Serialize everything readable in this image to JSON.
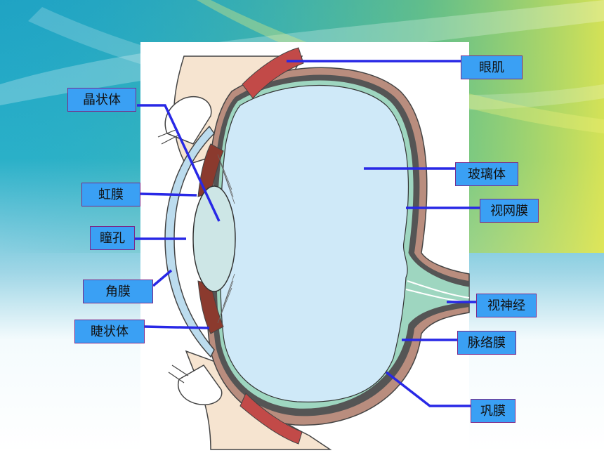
{
  "labels": {
    "lens": "晶状体",
    "iris": "虹膜",
    "pupil": "瞳孔",
    "cornea": "角膜",
    "ciliary_body": "睫状体",
    "eye_muscle": "眼肌",
    "vitreous_body": "玻璃体",
    "retina": "视网膜",
    "optic_nerve": "视神经",
    "choroid": "脉络膜",
    "sclera": "巩膜"
  },
  "colors": {
    "label_fill": "#3aa0f4",
    "label_border": "#7a2a8a",
    "leader_line": "#2828e6",
    "vitreous": "#cfe9f8",
    "lens": "#cde6e6",
    "retina": "#9ed6c0",
    "sclera": "#b98d7e",
    "muscle": "#c24a48",
    "skin": "#f6e4d0"
  }
}
